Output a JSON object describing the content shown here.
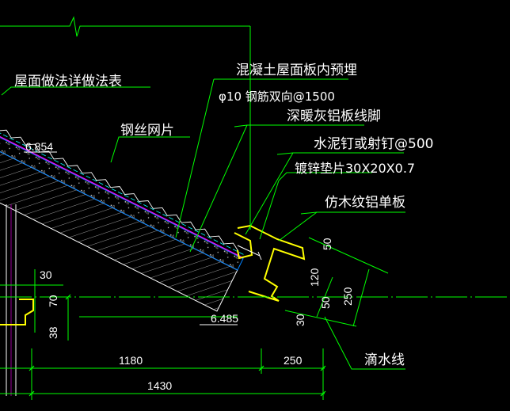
{
  "labels": {
    "roof_table": "屋面做法详做法表",
    "steel_mesh": "钢丝网片",
    "concrete_embed": "混凝土屋面板内预埋",
    "rebar_spec": "φ10  钢筋双向@1500",
    "foot_line": "深暖灰铝板线脚",
    "nail": "水泥钉或射钉@500",
    "gasket": "镀锌垫片30X20X0.7",
    "wood_panel": "仿木纹铝单板",
    "drip_line": "滴水线"
  },
  "elevations": {
    "top": "6.854",
    "bottom": "6.485"
  },
  "dimensions": {
    "d30_left": "30",
    "d70": "70",
    "d38": "38",
    "d1180": "1180",
    "d250_bottom": "250",
    "d1430": "1430",
    "d50": "50",
    "d120": "120",
    "d50b": "50",
    "d250_right": "250",
    "d30_right": "30"
  },
  "colors": {
    "background": "#000000",
    "leader": "#00ff00",
    "annotation_text": "#ffffff",
    "dimension": "#00ff00",
    "aluminum_profile": "#ffff00",
    "roof_outline": "#ffffff",
    "membrane": "#ff00ff",
    "insulation": "#0080ff"
  }
}
